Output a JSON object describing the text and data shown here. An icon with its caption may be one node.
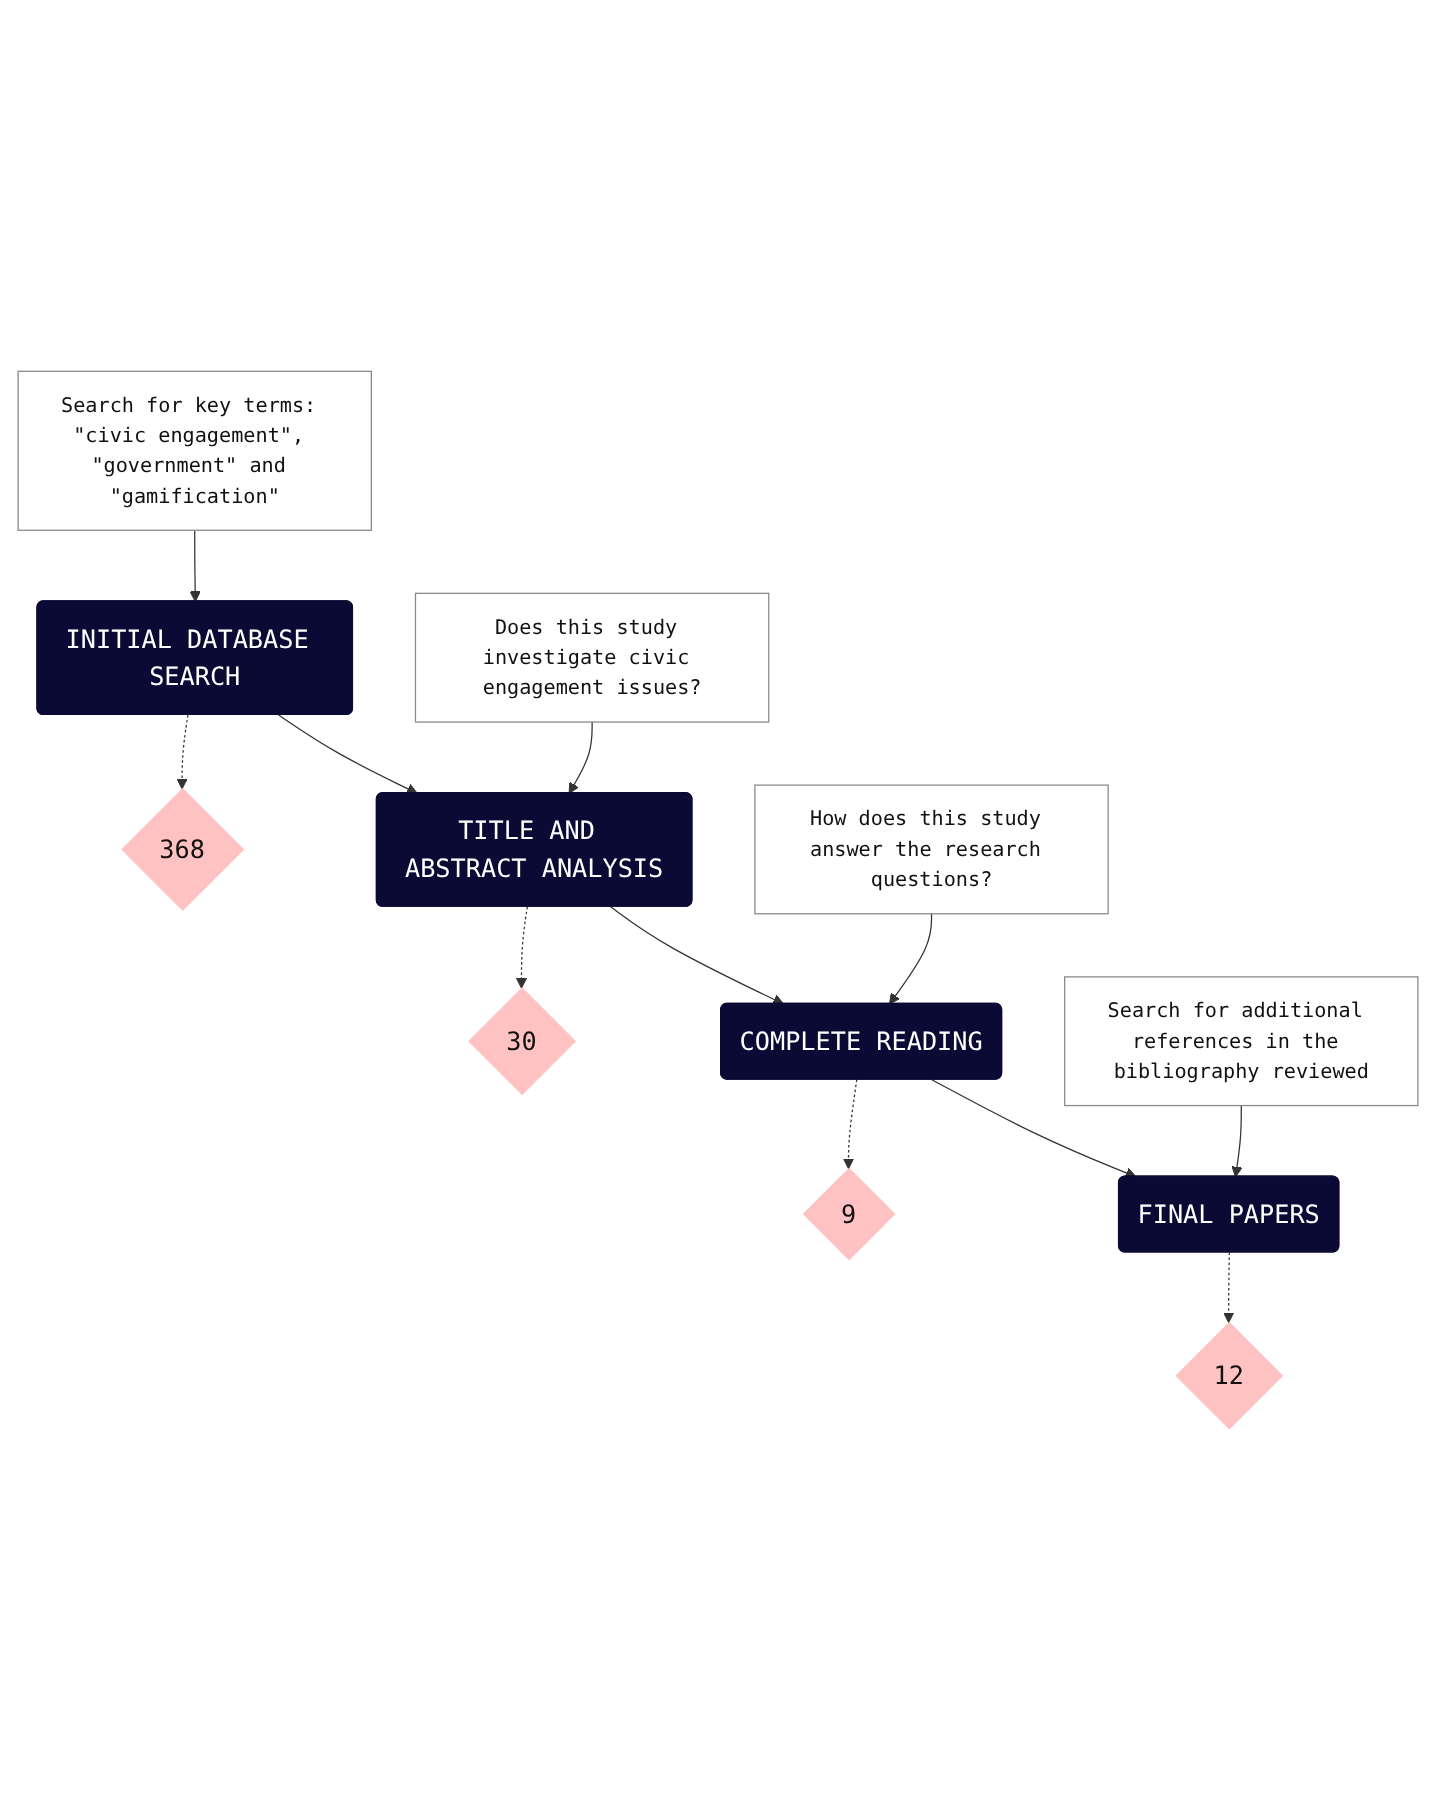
{
  "diagram": {
    "nodes": [
      {
        "text": [
          "Search for key terms: \"civic engagement\", \"government\" and \"gamification\""
        ]
      },
      {
        "text": [
          "INITIAL DATABASE SEARCH"
        ]
      },
      {
        "text": [
          "368"
        ]
      },
      {
        "text": [
          "Does this study investigate civic engagement issues?"
        ]
      },
      {
        "text": [
          "TITLE AND ABSTRACT ANALYSIS"
        ]
      },
      {
        "text": [
          "30"
        ]
      },
      {
        "text": [
          "How does this study answer the research questions?"
        ]
      },
      {
        "text": [
          "COMPLETE READING"
        ]
      },
      {
        "text": [
          "9"
        ]
      },
      {
        "text": [
          "Search for additional references in the bibliography reviewed"
        ]
      },
      {
        "text": [
          "FINAL PAPERS"
        ]
      },
      {
        "text": [
          "12"
        ]
      }
    ],
    "edges": [
      {
        "from": 0,
        "to": 1,
        "arrow": "to"
      },
      {
        "from": 1,
        "to": 2,
        "arrow": "to",
        "style": "dashed"
      },
      {
        "from": 1,
        "to": 4,
        "arrow": "to"
      },
      {
        "from": 3,
        "to": 4,
        "arrow": "to"
      },
      {
        "from": 4,
        "to": 5,
        "arrow": "to",
        "style": "dashed"
      },
      {
        "from": 4,
        "to": 7,
        "arrow": "to"
      },
      {
        "from": 6,
        "to": 7,
        "arrow": "to"
      },
      {
        "from": 7,
        "to": 8,
        "arrow": "to",
        "style": "dashed"
      },
      {
        "from": 7,
        "to": 10,
        "arrow": "to"
      },
      {
        "from": 9,
        "to": 10,
        "arrow": "to"
      },
      {
        "from": 10,
        "to": 11,
        "arrow": "to",
        "style": "dashed"
      }
    ]
  }
}
